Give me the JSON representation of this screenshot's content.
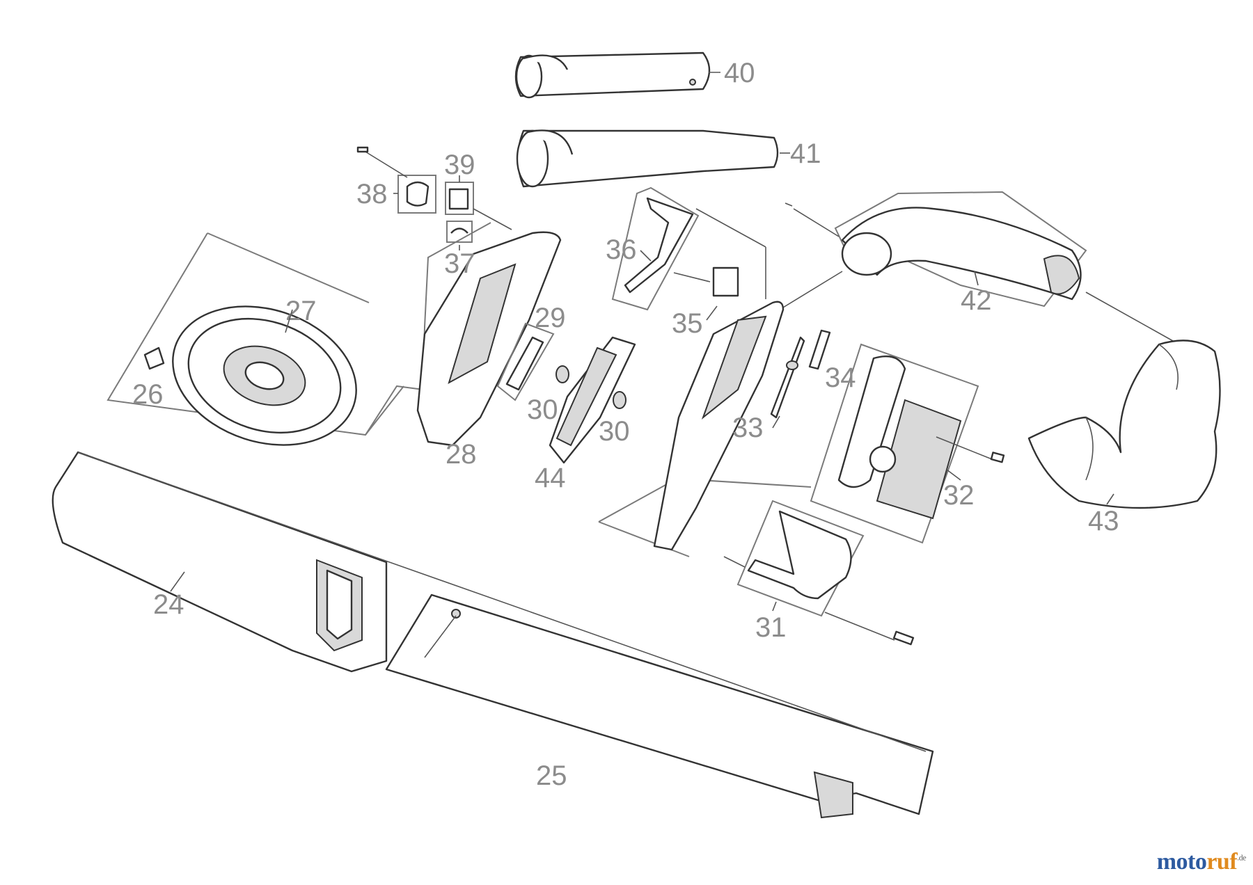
{
  "brand": {
    "name_part1": "moto",
    "name_part2": "ruf",
    "tld": ".de",
    "color_part1": "#2d5aa0",
    "color_part2": "#e08a1e"
  },
  "callouts": {
    "p24": "24",
    "p25": "25",
    "p26": "26",
    "p27": "27",
    "p28": "28",
    "p29": "29",
    "p30a": "30",
    "p30b": "30",
    "p31": "31",
    "p32": "32",
    "p33": "33",
    "p34": "34",
    "p35": "35",
    "p36": "36",
    "p37": "37",
    "p38": "38",
    "p39": "39",
    "p40": "40",
    "p41": "41",
    "p42": "42",
    "p43": "43",
    "p44": "44"
  }
}
